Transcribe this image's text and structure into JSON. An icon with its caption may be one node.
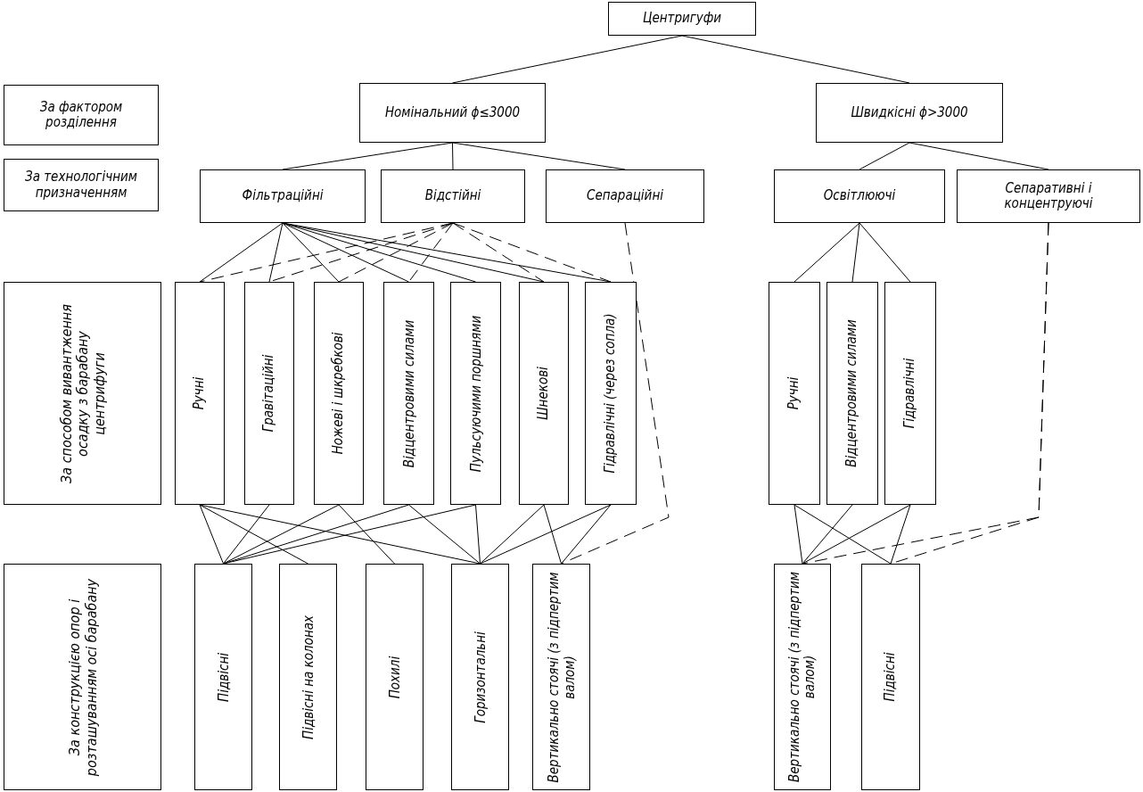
{
  "diagram": {
    "nodes": [
      {
        "text": [
          "Центригуфи"
        ]
      },
      {
        "text": [
          "За фактором розділення"
        ]
      },
      {
        "text": [
          "Номінальний ϕ≤3000"
        ]
      },
      {
        "text": [
          "Швидкісні ϕ>3000"
        ]
      },
      {
        "text": [
          "За технологічним призначенням"
        ]
      },
      {
        "text": [
          "Фільтраційні"
        ]
      },
      {
        "text": [
          "Відстійні"
        ]
      },
      {
        "text": [
          "Сепараційні"
        ]
      },
      {
        "text": [
          "Освітлюючі"
        ]
      },
      {
        "text": [
          "Сепаративні і концентруючі"
        ]
      },
      {
        "text": [
          "За способом вивантження осадку з барабану центрифуги"
        ]
      },
      {
        "text": [
          "Ручні"
        ]
      },
      {
        "text": [
          "Гравітаційні"
        ]
      },
      {
        "text": [
          "Ножеві і шкребкові"
        ]
      },
      {
        "text": [
          "Відцентровими силами"
        ]
      },
      {
        "text": [
          "Пульсуючими поршнями"
        ]
      },
      {
        "text": [
          "Шнекові"
        ]
      },
      {
        "text": [
          "Гідравлічні (через сопла)"
        ]
      },
      {
        "text": [
          "Ручні"
        ]
      },
      {
        "text": [
          "Відцентровими силами"
        ]
      },
      {
        "text": [
          "Гідравлічні"
        ]
      },
      {
        "text": [
          "За конструкцією опор і розташуванням осі барабану"
        ]
      },
      {
        "text": [
          "Підвісні"
        ]
      },
      {
        "text": [
          "Підвісні на колонах"
        ]
      },
      {
        "text": [
          "Похилі"
        ]
      },
      {
        "text": [
          "Горизонтальні"
        ]
      },
      {
        "text": [
          "Вертикально стоячі (з підпертим валом)"
        ]
      },
      {
        "text": [
          "Вертикально стоячі (з підпертим валом)"
        ]
      },
      {
        "text": [
          "Підвісні"
        ]
      }
    ],
    "edges": [
      {
        "from": 0,
        "to": 2,
        "arrow": "none"
      },
      {
        "from": 0,
        "to": 3,
        "arrow": "none"
      },
      {
        "from": 2,
        "to": 5,
        "arrow": "none"
      },
      {
        "from": 2,
        "to": 6,
        "arrow": "none"
      },
      {
        "from": 2,
        "to": 7,
        "arrow": "none"
      },
      {
        "from": 3,
        "to": 8,
        "arrow": "none"
      },
      {
        "from": 3,
        "to": 9,
        "arrow": "none"
      },
      {
        "from": 5,
        "to": 11,
        "arrow": "none"
      },
      {
        "from": 5,
        "to": 12,
        "arrow": "none"
      },
      {
        "from": 5,
        "to": 13,
        "arrow": "none"
      },
      {
        "from": 5,
        "to": 14,
        "arrow": "none"
      },
      {
        "from": 5,
        "to": 15,
        "arrow": "none"
      },
      {
        "from": 5,
        "to": 16,
        "arrow": "none"
      },
      {
        "from": 5,
        "to": 17,
        "arrow": "none"
      },
      {
        "from": 6,
        "to": 11,
        "arrow": "none",
        "style": "dashed"
      },
      {
        "from": 6,
        "to": 12,
        "arrow": "none",
        "style": "dashed"
      },
      {
        "from": 6,
        "to": 13,
        "arrow": "none",
        "style": "dashed"
      },
      {
        "from": 6,
        "to": 14,
        "arrow": "none",
        "style": "dashed"
      },
      {
        "from": 6,
        "to": 16,
        "arrow": "none",
        "style": "dashed"
      },
      {
        "from": 6,
        "to": 17,
        "arrow": "none",
        "style": "dashed"
      },
      {
        "from": 7,
        "to": 26,
        "arrow": "none",
        "style": "dashed"
      },
      {
        "from": 8,
        "to": 18,
        "arrow": "none"
      },
      {
        "from": 8,
        "to": 19,
        "arrow": "none"
      },
      {
        "from": 8,
        "to": 20,
        "arrow": "none"
      },
      {
        "from": 9,
        "to": 27,
        "arrow": "none",
        "style": "dashed"
      },
      {
        "from": 9,
        "to": 28,
        "arrow": "none",
        "style": "dashed"
      },
      {
        "from": 11,
        "to": 22,
        "arrow": "none"
      },
      {
        "from": 11,
        "to": 23,
        "arrow": "none"
      },
      {
        "from": 11,
        "to": 25,
        "arrow": "none"
      },
      {
        "from": 12,
        "to": 22,
        "arrow": "none"
      },
      {
        "from": 13,
        "to": 22,
        "arrow": "none"
      },
      {
        "from": 13,
        "to": 24,
        "arrow": "none"
      },
      {
        "from": 14,
        "to": 22,
        "arrow": "none"
      },
      {
        "from": 14,
        "to": 25,
        "arrow": "none"
      },
      {
        "from": 15,
        "to": 22,
        "arrow": "none"
      },
      {
        "from": 15,
        "to": 25,
        "arrow": "none"
      },
      {
        "from": 16,
        "to": 25,
        "arrow": "none"
      },
      {
        "from": 16,
        "to": 26,
        "arrow": "none"
      },
      {
        "from": 17,
        "to": 25,
        "arrow": "none"
      },
      {
        "from": 17,
        "to": 26,
        "arrow": "none"
      },
      {
        "from": 18,
        "to": 27,
        "arrow": "none"
      },
      {
        "from": 18,
        "to": 28,
        "arrow": "none"
      },
      {
        "from": 19,
        "to": 27,
        "arrow": "none"
      },
      {
        "from": 20,
        "to": 27,
        "arrow": "none"
      },
      {
        "from": 20,
        "to": 28,
        "arrow": "none"
      }
    ]
  }
}
